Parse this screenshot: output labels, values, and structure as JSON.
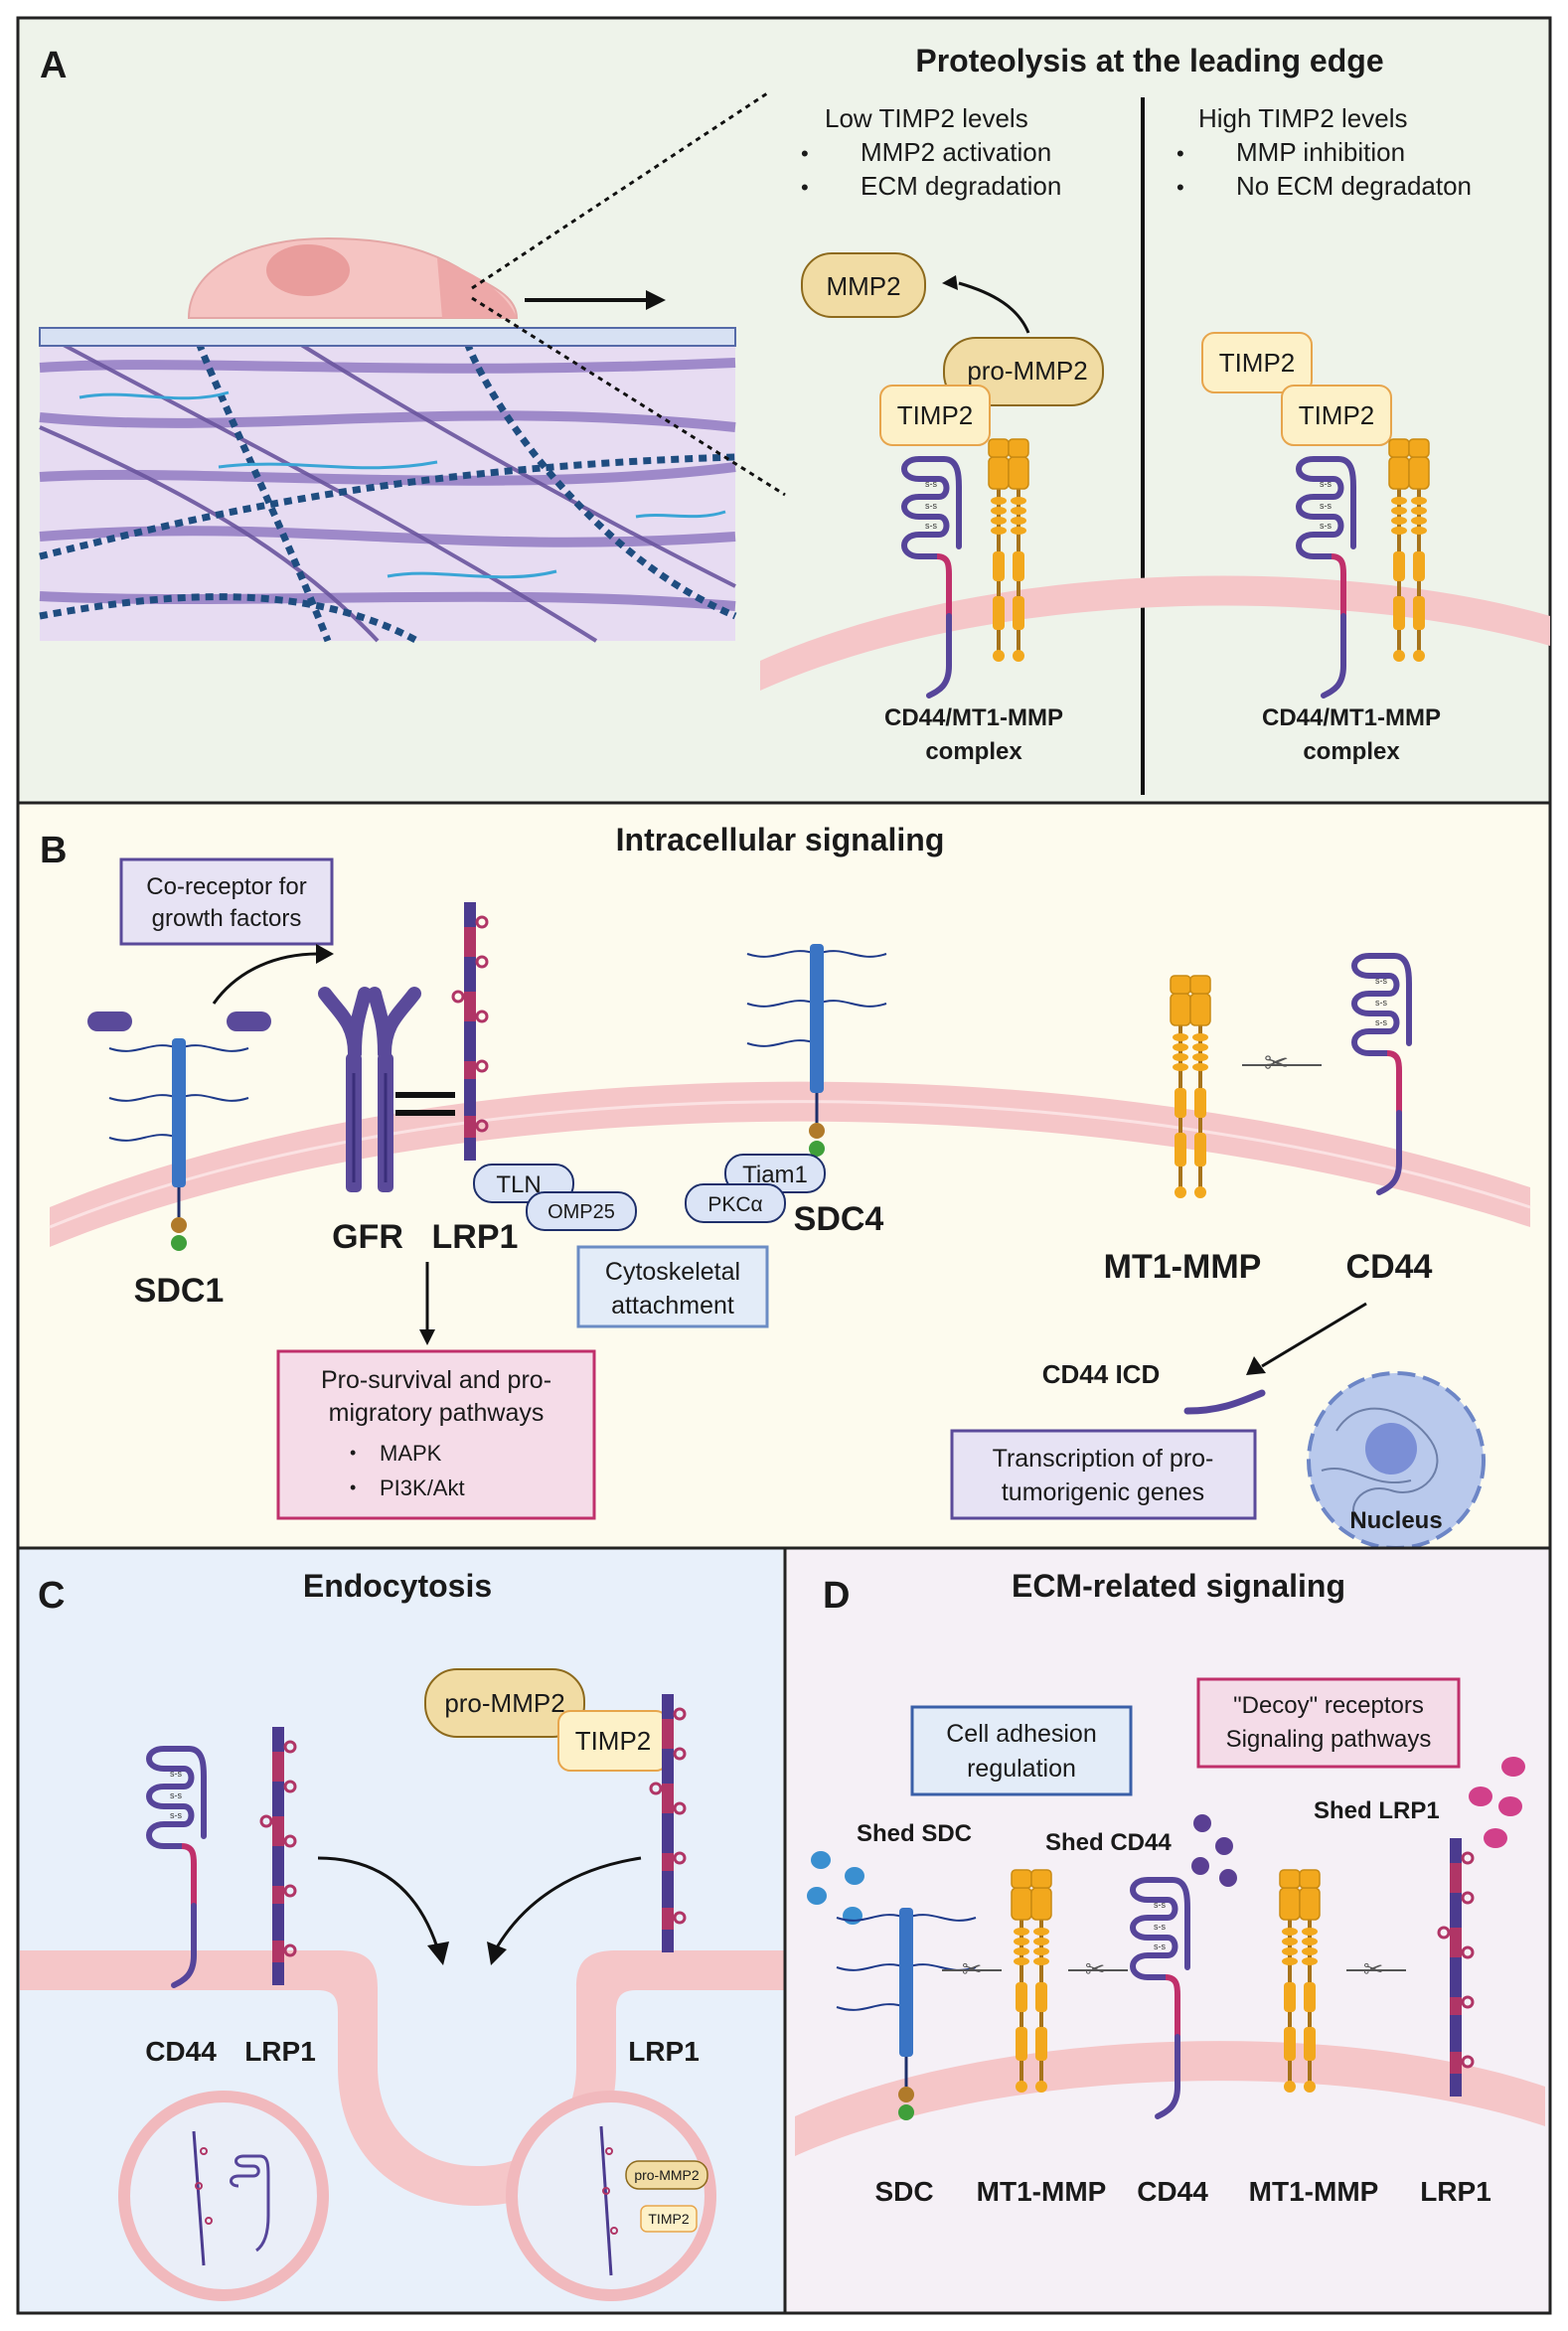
{
  "panel_a": {
    "letter": "A",
    "title": "Proteolysis at the leading edge",
    "low": {
      "heading": "Low TIMP2 levels",
      "b1": "MMP2 activation",
      "b2": "ECM degradation"
    },
    "high": {
      "heading": "High TIMP2 levels",
      "b1": "MMP inhibition",
      "b2": "No ECM degradaton"
    },
    "mmp2": "MMP2",
    "pro_mmp2": "pro-MMP2",
    "timp2": "TIMP2",
    "complex_line1": "CD44/MT1-MMP",
    "complex_line2": "complex"
  },
  "panel_b": {
    "letter": "B",
    "title": "Intracellular signaling",
    "coreceptor_l1": "Co-receptor for",
    "coreceptor_l2": "growth factors",
    "sdc1": "SDC1",
    "gfr": "GFR",
    "lrp1": "LRP1",
    "tln": "TLN",
    "omp25": "OMP25",
    "tiam1": "Tiam1",
    "pkca": "PKCα",
    "sdc4": "SDC4",
    "cyto_l1": "Cytoskeletal",
    "cyto_l2": "attachment",
    "mt1mmp": "MT1-MMP",
    "cd44": "CD44",
    "cd44icd": "CD44 ICD",
    "pro_l1": "Pro-survival and pro-",
    "pro_l2": "migratory pathways",
    "mapk": "MAPK",
    "pi3k": "PI3K/Akt",
    "trans_l1": "Transcription of pro-",
    "trans_l2": "tumorigenic genes",
    "nucleus": "Nucleus"
  },
  "panel_c": {
    "letter": "C",
    "title": "Endocytosis",
    "pro_mmp2": "pro-MMP2",
    "timp2": "TIMP2",
    "cd44": "CD44",
    "lrp1_left": "LRP1",
    "lrp1_right": "LRP1",
    "v_pro": "pro-MMP2",
    "v_timp": "TIMP2"
  },
  "panel_d": {
    "letter": "D",
    "title": "ECM-related signaling",
    "adh_l1": "Cell adhesion",
    "adh_l2": "regulation",
    "decoy_l1": "\"Decoy\" receptors",
    "decoy_l2": "Signaling pathways",
    "shed_sdc": "Shed SDC",
    "shed_cd44": "Shed CD44",
    "shed_lrp1": "Shed LRP1",
    "sdc": "SDC",
    "mt1mmp_1": "MT1-MMP",
    "cd44": "CD44",
    "mt1mmp_2": "MT1-MMP",
    "lrp1": "LRP1"
  },
  "colors": {
    "panel_a_bg": "#eef3ea",
    "panel_b_bg": "#fdfbee",
    "panel_c_bg": "#e8f0fa",
    "panel_d_bg": "#f5f0f6",
    "membrane": "#f5c6c8",
    "mmp_gold": "#f2a81d",
    "receptor_purple": "#56459a",
    "lrp_pink": "#b03566",
    "sdc_blue": "#3a74c4"
  }
}
